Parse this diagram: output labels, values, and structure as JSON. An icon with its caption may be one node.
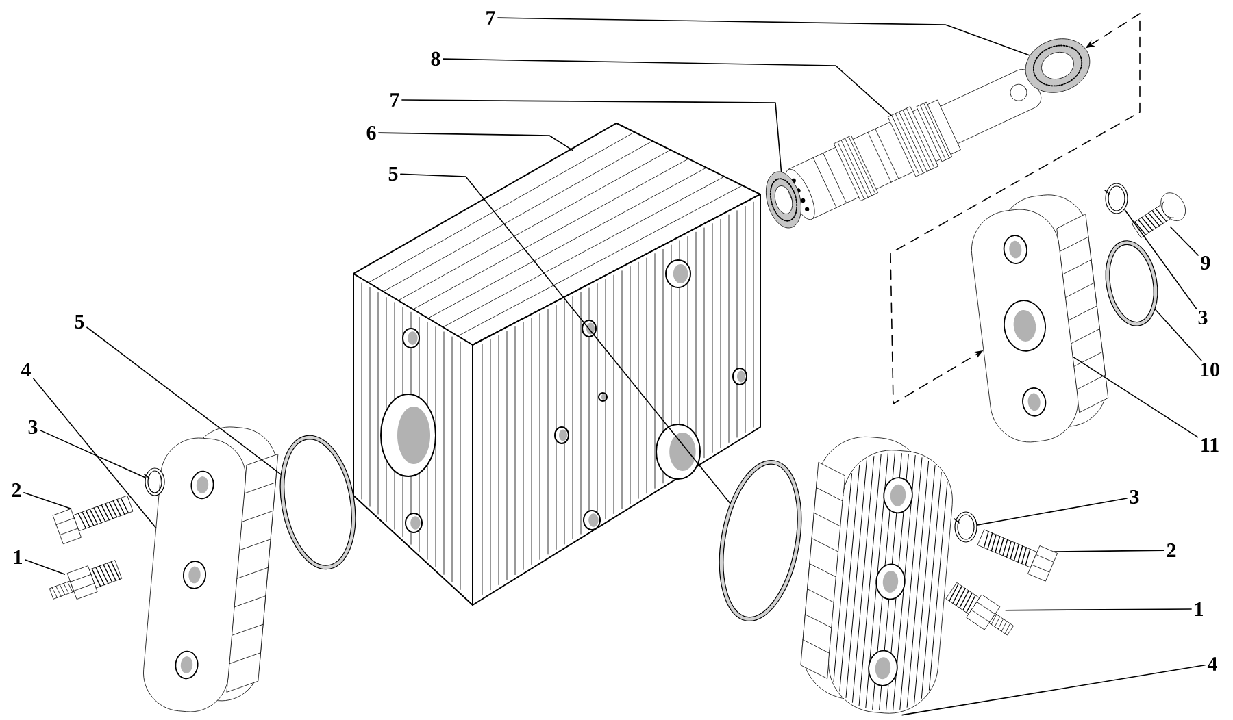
{
  "diagram": {
    "nodes": [
      {
        "text": [
          "7"
        ]
      },
      {
        "text": [
          "8"
        ]
      },
      {
        "text": [
          "7"
        ]
      },
      {
        "text": [
          "6"
        ]
      },
      {
        "text": [
          "5"
        ]
      },
      {
        "text": [
          "5"
        ]
      },
      {
        "text": [
          "4"
        ]
      },
      {
        "text": [
          "3"
        ]
      },
      {
        "text": [
          "2"
        ]
      },
      {
        "text": [
          "1"
        ]
      },
      {
        "text": [
          "9"
        ]
      },
      {
        "text": [
          "3"
        ]
      },
      {
        "text": [
          "10"
        ]
      },
      {
        "text": [
          "11"
        ]
      },
      {
        "text": [
          "3"
        ]
      },
      {
        "text": [
          "2"
        ]
      },
      {
        "text": [
          "1"
        ]
      },
      {
        "text": [
          "4"
        ]
      },
      {
        "text": [],
        "shape": "circle"
      },
      {
        "text": [],
        "shape": "picture"
      },
      {
        "text": [],
        "shape": "circle"
      },
      {
        "text": [],
        "shape": "picture"
      },
      {
        "text": [],
        "shape": "circle"
      },
      {
        "text": [],
        "shape": "circle"
      },
      {
        "text": [],
        "shape": "picture"
      },
      {
        "text": [],
        "shape": "circle"
      },
      {
        "text": [],
        "shape": "picture"
      },
      {
        "text": [],
        "shape": "picture"
      },
      {
        "text": [],
        "shape": "picture"
      },
      {
        "text": [],
        "shape": "circle"
      },
      {
        "text": [],
        "shape": "circle"
      },
      {
        "text": [],
        "shape": "picture"
      },
      {
        "text": [],
        "shape": "circle"
      },
      {
        "text": [],
        "shape": "picture"
      },
      {
        "text": [],
        "shape": "picture"
      },
      {
        "text": [],
        "shape": "picture"
      }
    ],
    "edges": [
      {
        "from": 0,
        "to": 18,
        "arrow": "none"
      },
      {
        "from": 1,
        "to": 19,
        "arrow": "none"
      },
      {
        "from": 2,
        "to": 20,
        "arrow": "none"
      },
      {
        "from": 3,
        "to": 21,
        "arrow": "none"
      },
      {
        "from": 4,
        "to": 22,
        "arrow": "none"
      },
      {
        "from": 5,
        "to": 23,
        "arrow": "none"
      },
      {
        "from": 6,
        "to": 24,
        "arrow": "none"
      },
      {
        "from": 7,
        "to": 25,
        "arrow": "none"
      },
      {
        "from": 8,
        "to": 26,
        "arrow": "none"
      },
      {
        "from": 9,
        "to": 27,
        "arrow": "none"
      },
      {
        "from": 10,
        "to": 28,
        "arrow": "none"
      },
      {
        "from": 11,
        "to": 29,
        "arrow": "none"
      },
      {
        "from": 12,
        "to": 30,
        "arrow": "none"
      },
      {
        "from": 13,
        "to": 31,
        "arrow": "none"
      },
      {
        "from": 14,
        "to": 32,
        "arrow": "none"
      },
      {
        "from": 15,
        "to": 33,
        "arrow": "none"
      },
      {
        "from": 16,
        "to": 34,
        "arrow": "none"
      },
      {
        "from": 17,
        "to": 35,
        "arrow": "none"
      },
      {
        "from": 18,
        "to": 31,
        "arrow": "both",
        "style": "dashed"
      }
    ]
  }
}
